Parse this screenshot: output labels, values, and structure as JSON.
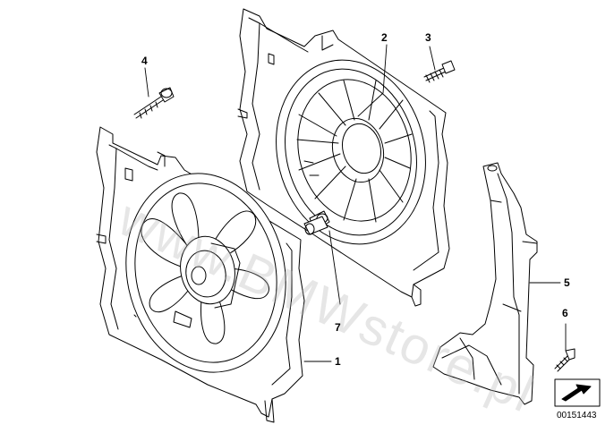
{
  "diagram": {
    "callouts": [
      {
        "id": "1",
        "label": "1"
      },
      {
        "id": "2",
        "label": "2"
      },
      {
        "id": "3",
        "label": "3"
      },
      {
        "id": "4",
        "label": "4"
      },
      {
        "id": "5",
        "label": "5"
      },
      {
        "id": "6",
        "label": "6"
      },
      {
        "id": "7",
        "label": "7"
      }
    ],
    "diagram_number": "00151443",
    "watermark": "www.BMWstore.pl",
    "line_color": "#000000",
    "background_color": "#ffffff"
  }
}
